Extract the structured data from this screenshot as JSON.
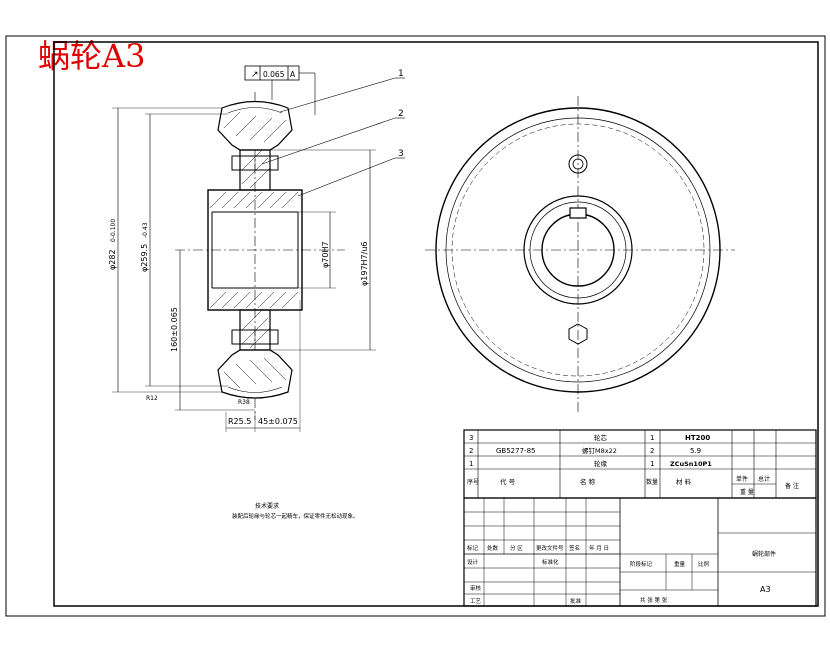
{
  "title": "蜗轮A3",
  "tolerance_frame": {
    "symbol": "↗",
    "value": "0.065",
    "datum": "A"
  },
  "balloons": [
    "1",
    "2",
    "3"
  ],
  "dimensions": {
    "d282": "φ282",
    "d282_tol": "0​-0.100",
    "d259": "φ259.5",
    "d259_tol": "-0.43",
    "d70": "φ70H7",
    "d197": "φ197H7/u6",
    "center": "160±0.065",
    "r25": "R25.5",
    "w45": "45±0.075",
    "r12": "R12",
    "r38": "R38"
  },
  "parts_table": {
    "rows": [
      {
        "no": "3",
        "code": "",
        "name": "轮芯",
        "qty": "1",
        "material": "HT200"
      },
      {
        "no": "2",
        "code": "GB5277-85",
        "name": "螺钉M8x22",
        "qty": "2",
        "material": "5.9"
      },
      {
        "no": "1",
        "code": "",
        "name": "轮缘",
        "qty": "1",
        "material": "ZCuSn10P1"
      }
    ],
    "header": {
      "no": "序号",
      "code": "代 号",
      "name": "名 称",
      "qty": "数量",
      "material": "材 料",
      "unit_weight": "单件",
      "total_weight": "总计",
      "weight": "重 量",
      "remark": "备 注"
    }
  },
  "title_block": {
    "row_labels": [
      "标记",
      "处数",
      "分 区",
      "更改文件号",
      "签名",
      "年 月 日"
    ],
    "design": "设计",
    "standard": "标准化",
    "review": "审核",
    "craft": "工艺",
    "approve": "批准",
    "stage": "阶段标记",
    "weight": "重量",
    "scale": "比例",
    "sheets": "共 张 第 张",
    "drawing_name": "蜗轮部件",
    "format": "A3"
  },
  "tech_note": {
    "heading": "技术要求",
    "text": "装配后轮缘与轮芯一起精车，保证零件无松动现象。"
  }
}
